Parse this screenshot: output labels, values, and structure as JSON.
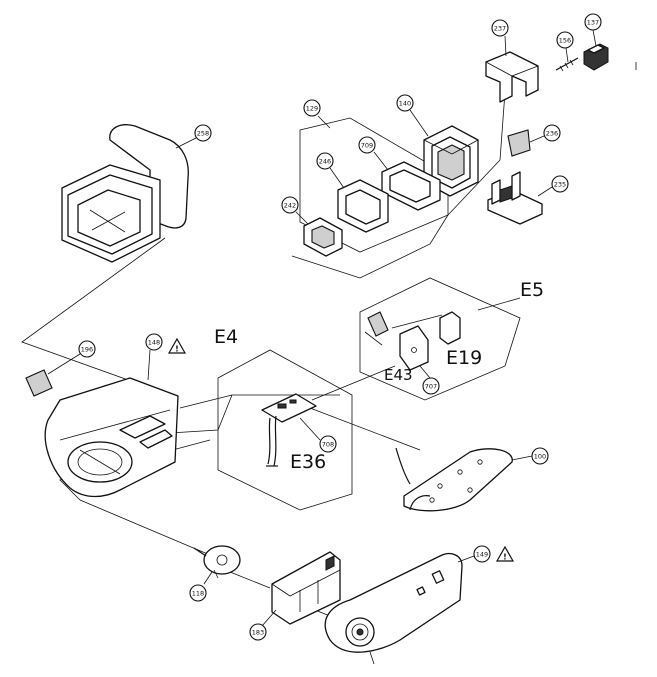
{
  "callouts": {
    "c237": "237",
    "c156": "156",
    "c137": "137",
    "c258": "258",
    "c129": "129",
    "c140": "140",
    "c236": "236",
    "c709a": "709",
    "c246": "246",
    "c235": "235",
    "c242": "242",
    "c196": "196",
    "c148a": "148",
    "c707": "707",
    "c708": "708",
    "c100": "100",
    "c118": "118",
    "c183": "183",
    "c149": "149"
  },
  "labels": {
    "e4": "E4",
    "e5": "E5",
    "e19": "E19",
    "e43": "E43",
    "e36": "E36"
  },
  "warning_symbol": "!"
}
